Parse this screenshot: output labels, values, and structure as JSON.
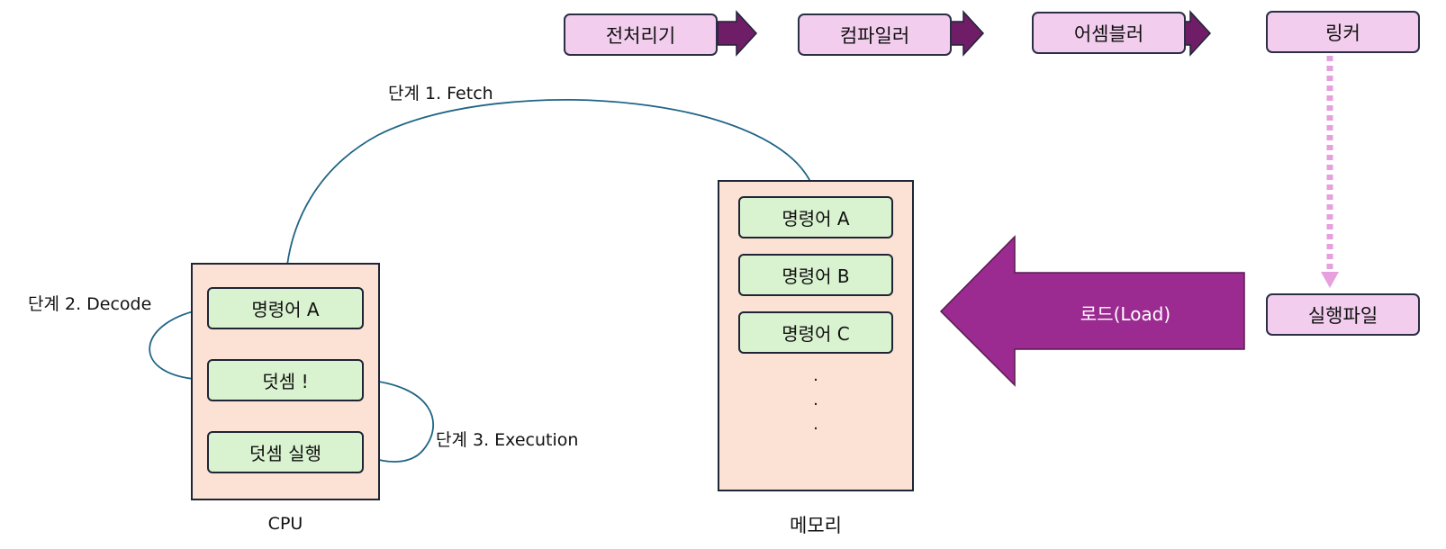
{
  "pipeline": [
    "전처리기",
    "컴파일러",
    "어셈블러",
    "링커"
  ],
  "executable": "실행파일",
  "load_label": "로드(Load)",
  "memory": {
    "label": "메모리",
    "instructions": [
      "명령어 A",
      "명령어 B",
      "명령어 C"
    ],
    "ellipsis": [
      "·",
      "·",
      "·"
    ]
  },
  "cpu": {
    "label": "CPU",
    "items": [
      "명령어 A",
      "덧셈 !",
      "덧셈 실행"
    ]
  },
  "steps": {
    "fetch": "단계 1. Fetch",
    "decode": "단계 2. Decode",
    "execution": "단계 3. Execution"
  },
  "colors": {
    "process_box": "#f2cdee",
    "instruction_box": "#d9f2d0",
    "panel": "#fbe2d5",
    "process_arrow": "#6e1d66",
    "load_arrow": "#9b2b91",
    "dotted_arrow": "#e5a0dd",
    "curve": "#1f6585"
  },
  "icons": [
    "right-arrow-icon",
    "down-arrow-icon",
    "left-arrow-icon"
  ]
}
